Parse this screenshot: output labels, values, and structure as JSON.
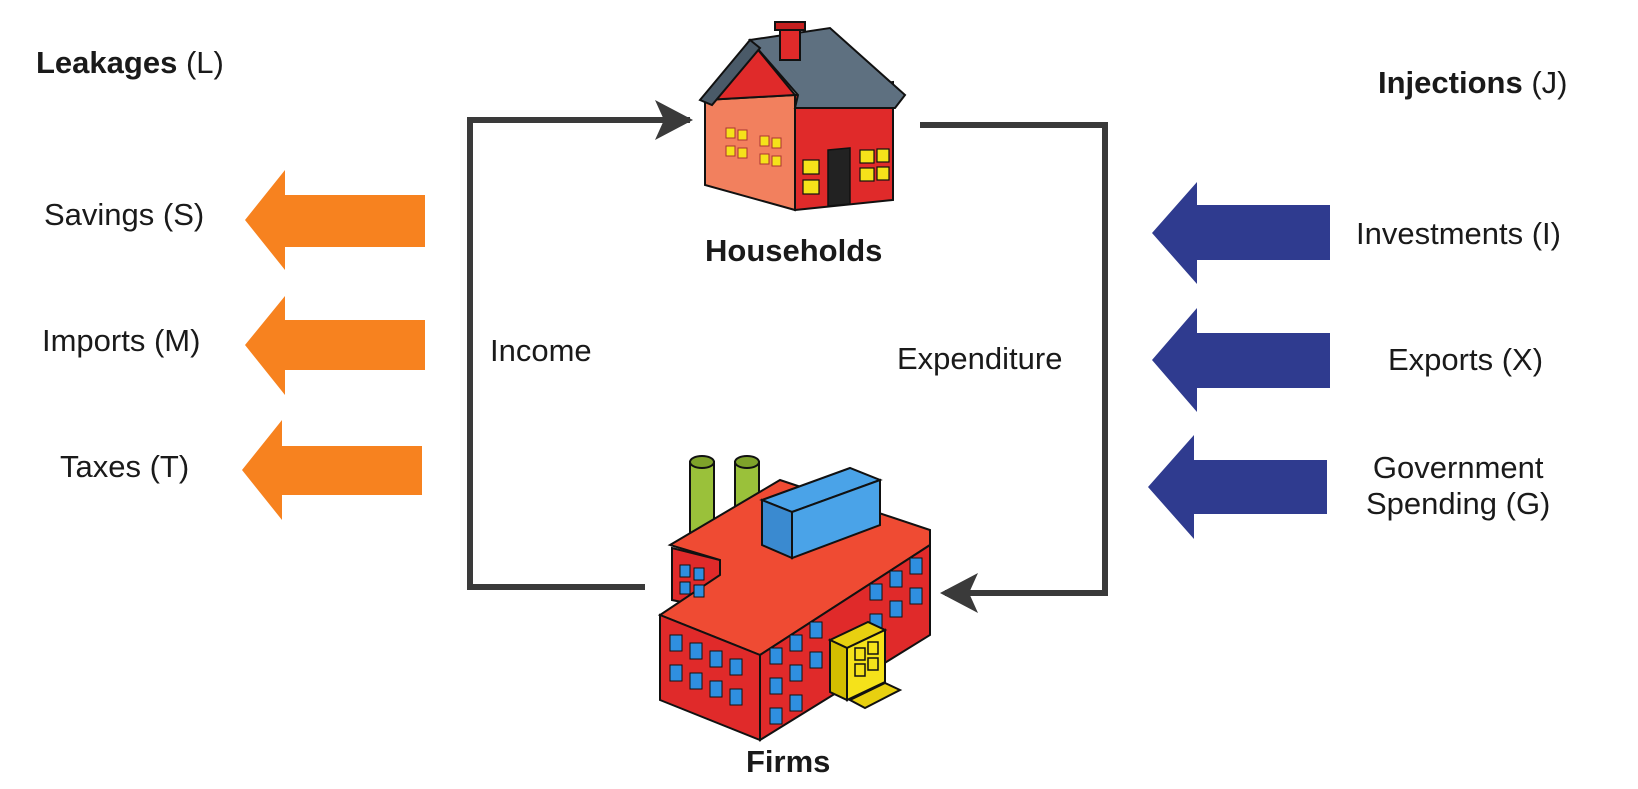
{
  "leakages": {
    "title": "Leakages",
    "code": "(L)",
    "items": [
      {
        "label": "Savings (S)"
      },
      {
        "label": "Imports (M)"
      },
      {
        "label": "Taxes (T)"
      }
    ]
  },
  "injections": {
    "title": "Injections",
    "code": "(J)",
    "items": [
      {
        "label": "Investments (I)"
      },
      {
        "label": "Exports (X)"
      },
      {
        "line1": "Government",
        "line2": "Spending (G)"
      }
    ]
  },
  "households": {
    "label": "Households",
    "icon": "house-icon"
  },
  "firms": {
    "label": "Firms",
    "icon": "factory-icon"
  },
  "flows": {
    "income": "Income",
    "expenditure": "Expenditure"
  },
  "colors": {
    "leakage_arrow": "#f7821f",
    "injection_arrow": "#2f3b8f",
    "flow_line": "#3a3a3a",
    "building_red": "#e02a2a",
    "roof_gray": "#5e7080",
    "window_yellow": "#f5e21a",
    "window_blue": "#2f8fe0",
    "chimney_green": "#9ac13a"
  }
}
